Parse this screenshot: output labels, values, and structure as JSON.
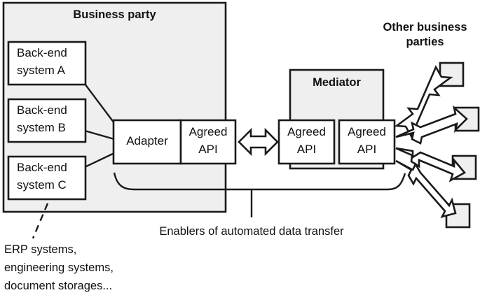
{
  "diagram": {
    "title_business_party": "Business party",
    "title_mediator": "Mediator",
    "title_other_parties_line1": "Other business",
    "title_other_parties_line2": "parties",
    "backend_systems": [
      {
        "line1": "Back-end",
        "line2": "system A"
      },
      {
        "line1": "Back-end",
        "line2": "system B"
      },
      {
        "line1": "Back-end",
        "line2": "system C"
      }
    ],
    "adapter_label": "Adapter",
    "agreed_api": {
      "line1": "Agreed",
      "line2": "API"
    },
    "agreed_api_boxes": [
      {
        "name": "party-agreed-api",
        "line1": "Agreed",
        "line2": "API"
      },
      {
        "name": "mediator-agreed-api-left",
        "line1": "Agreed",
        "line2": "API"
      },
      {
        "name": "mediator-agreed-api-right",
        "line1": "Agreed",
        "line2": "API"
      }
    ],
    "enablers_caption": "Enablers of automated data transfer",
    "backend_annotation": {
      "line1": "ERP systems,",
      "line2": "engineering systems,",
      "line3": "document storages..."
    },
    "other_party_nodes": [
      {
        "name": "other-party-node-1"
      },
      {
        "name": "other-party-node-2"
      },
      {
        "name": "other-party-node-3"
      },
      {
        "name": "other-party-node-4"
      }
    ],
    "colors": {
      "container_fill": "#efefef",
      "node_fill": "#efefef",
      "box_fill": "#ffffff",
      "stroke": "#1a1a1a",
      "text": "#111111",
      "page_background": "#ffffff"
    }
  }
}
